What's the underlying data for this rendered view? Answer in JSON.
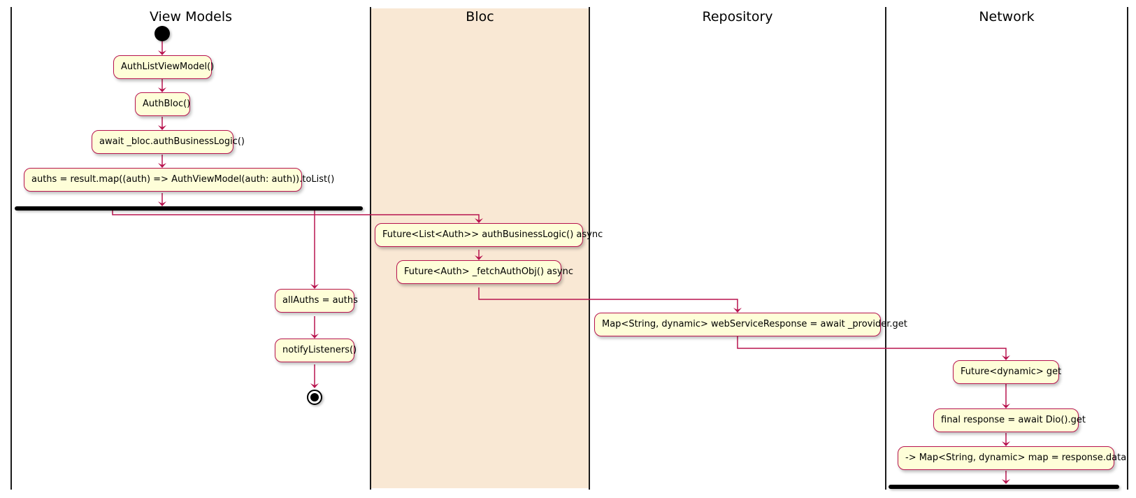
{
  "diagram": {
    "type": "uml-activity-swimlane",
    "colors": {
      "arrow": "#b8144f",
      "node_fill": "#fefed8",
      "node_border": "#b8144f",
      "bloc_lane_background": "#f9e8d4",
      "lane_divider": "#1a1a1a"
    },
    "lanes": [
      {
        "id": "view_models",
        "title": "View Models"
      },
      {
        "id": "bloc",
        "title": "Bloc"
      },
      {
        "id": "repository",
        "title": "Repository"
      },
      {
        "id": "network",
        "title": "Network"
      }
    ],
    "nodes": {
      "start": {
        "kind": "initial",
        "lane": "view_models"
      },
      "auth_list_view_model": {
        "kind": "activity",
        "lane": "view_models",
        "label": "AuthListViewModel()"
      },
      "auth_bloc": {
        "kind": "activity",
        "lane": "view_models",
        "label": "AuthBloc()"
      },
      "await_business_logic": {
        "kind": "activity",
        "lane": "view_models",
        "label": "await _bloc.authBusinessLogic()"
      },
      "map_auths": {
        "kind": "activity",
        "lane": "view_models",
        "label": "auths = result.map((auth) => AuthViewModel(auth: auth)).toList()"
      },
      "fork_view_models": {
        "kind": "fork",
        "lane": "view_models"
      },
      "all_auths": {
        "kind": "activity",
        "lane": "view_models",
        "label": "allAuths = auths"
      },
      "notify_listeners": {
        "kind": "activity",
        "lane": "view_models",
        "label": "notifyListeners()"
      },
      "end": {
        "kind": "final",
        "lane": "view_models"
      },
      "future_business_logic": {
        "kind": "activity",
        "lane": "bloc",
        "label": "Future<List<Auth>> authBusinessLogic()  async"
      },
      "fetch_auth_obj": {
        "kind": "activity",
        "lane": "bloc",
        "label": "Future<Auth> _fetchAuthObj() async"
      },
      "web_service_response": {
        "kind": "activity",
        "lane": "repository",
        "label": "Map<String, dynamic> webServiceResponse = await _provider.get"
      },
      "future_dynamic_get": {
        "kind": "activity",
        "lane": "network",
        "label": "Future<dynamic> get"
      },
      "dio_get": {
        "kind": "activity",
        "lane": "network",
        "label": "final response = await Dio().get"
      },
      "response_data": {
        "kind": "activity",
        "lane": "network",
        "label": "-> Map<String, dynamic> map = response.data"
      },
      "fork_network": {
        "kind": "fork",
        "lane": "network"
      }
    },
    "edges": [
      {
        "from": "start",
        "to": "auth_list_view_model"
      },
      {
        "from": "auth_list_view_model",
        "to": "auth_bloc"
      },
      {
        "from": "auth_bloc",
        "to": "await_business_logic"
      },
      {
        "from": "await_business_logic",
        "to": "map_auths"
      },
      {
        "from": "map_auths",
        "to": "fork_view_models"
      },
      {
        "from": "fork_view_models",
        "to": "future_business_logic"
      },
      {
        "from": "fork_view_models",
        "to": "all_auths"
      },
      {
        "from": "future_business_logic",
        "to": "fetch_auth_obj"
      },
      {
        "from": "fetch_auth_obj",
        "to": "web_service_response"
      },
      {
        "from": "web_service_response",
        "to": "future_dynamic_get"
      },
      {
        "from": "future_dynamic_get",
        "to": "dio_get"
      },
      {
        "from": "dio_get",
        "to": "response_data"
      },
      {
        "from": "response_data",
        "to": "fork_network"
      },
      {
        "from": "all_auths",
        "to": "notify_listeners"
      },
      {
        "from": "notify_listeners",
        "to": "end"
      }
    ]
  }
}
